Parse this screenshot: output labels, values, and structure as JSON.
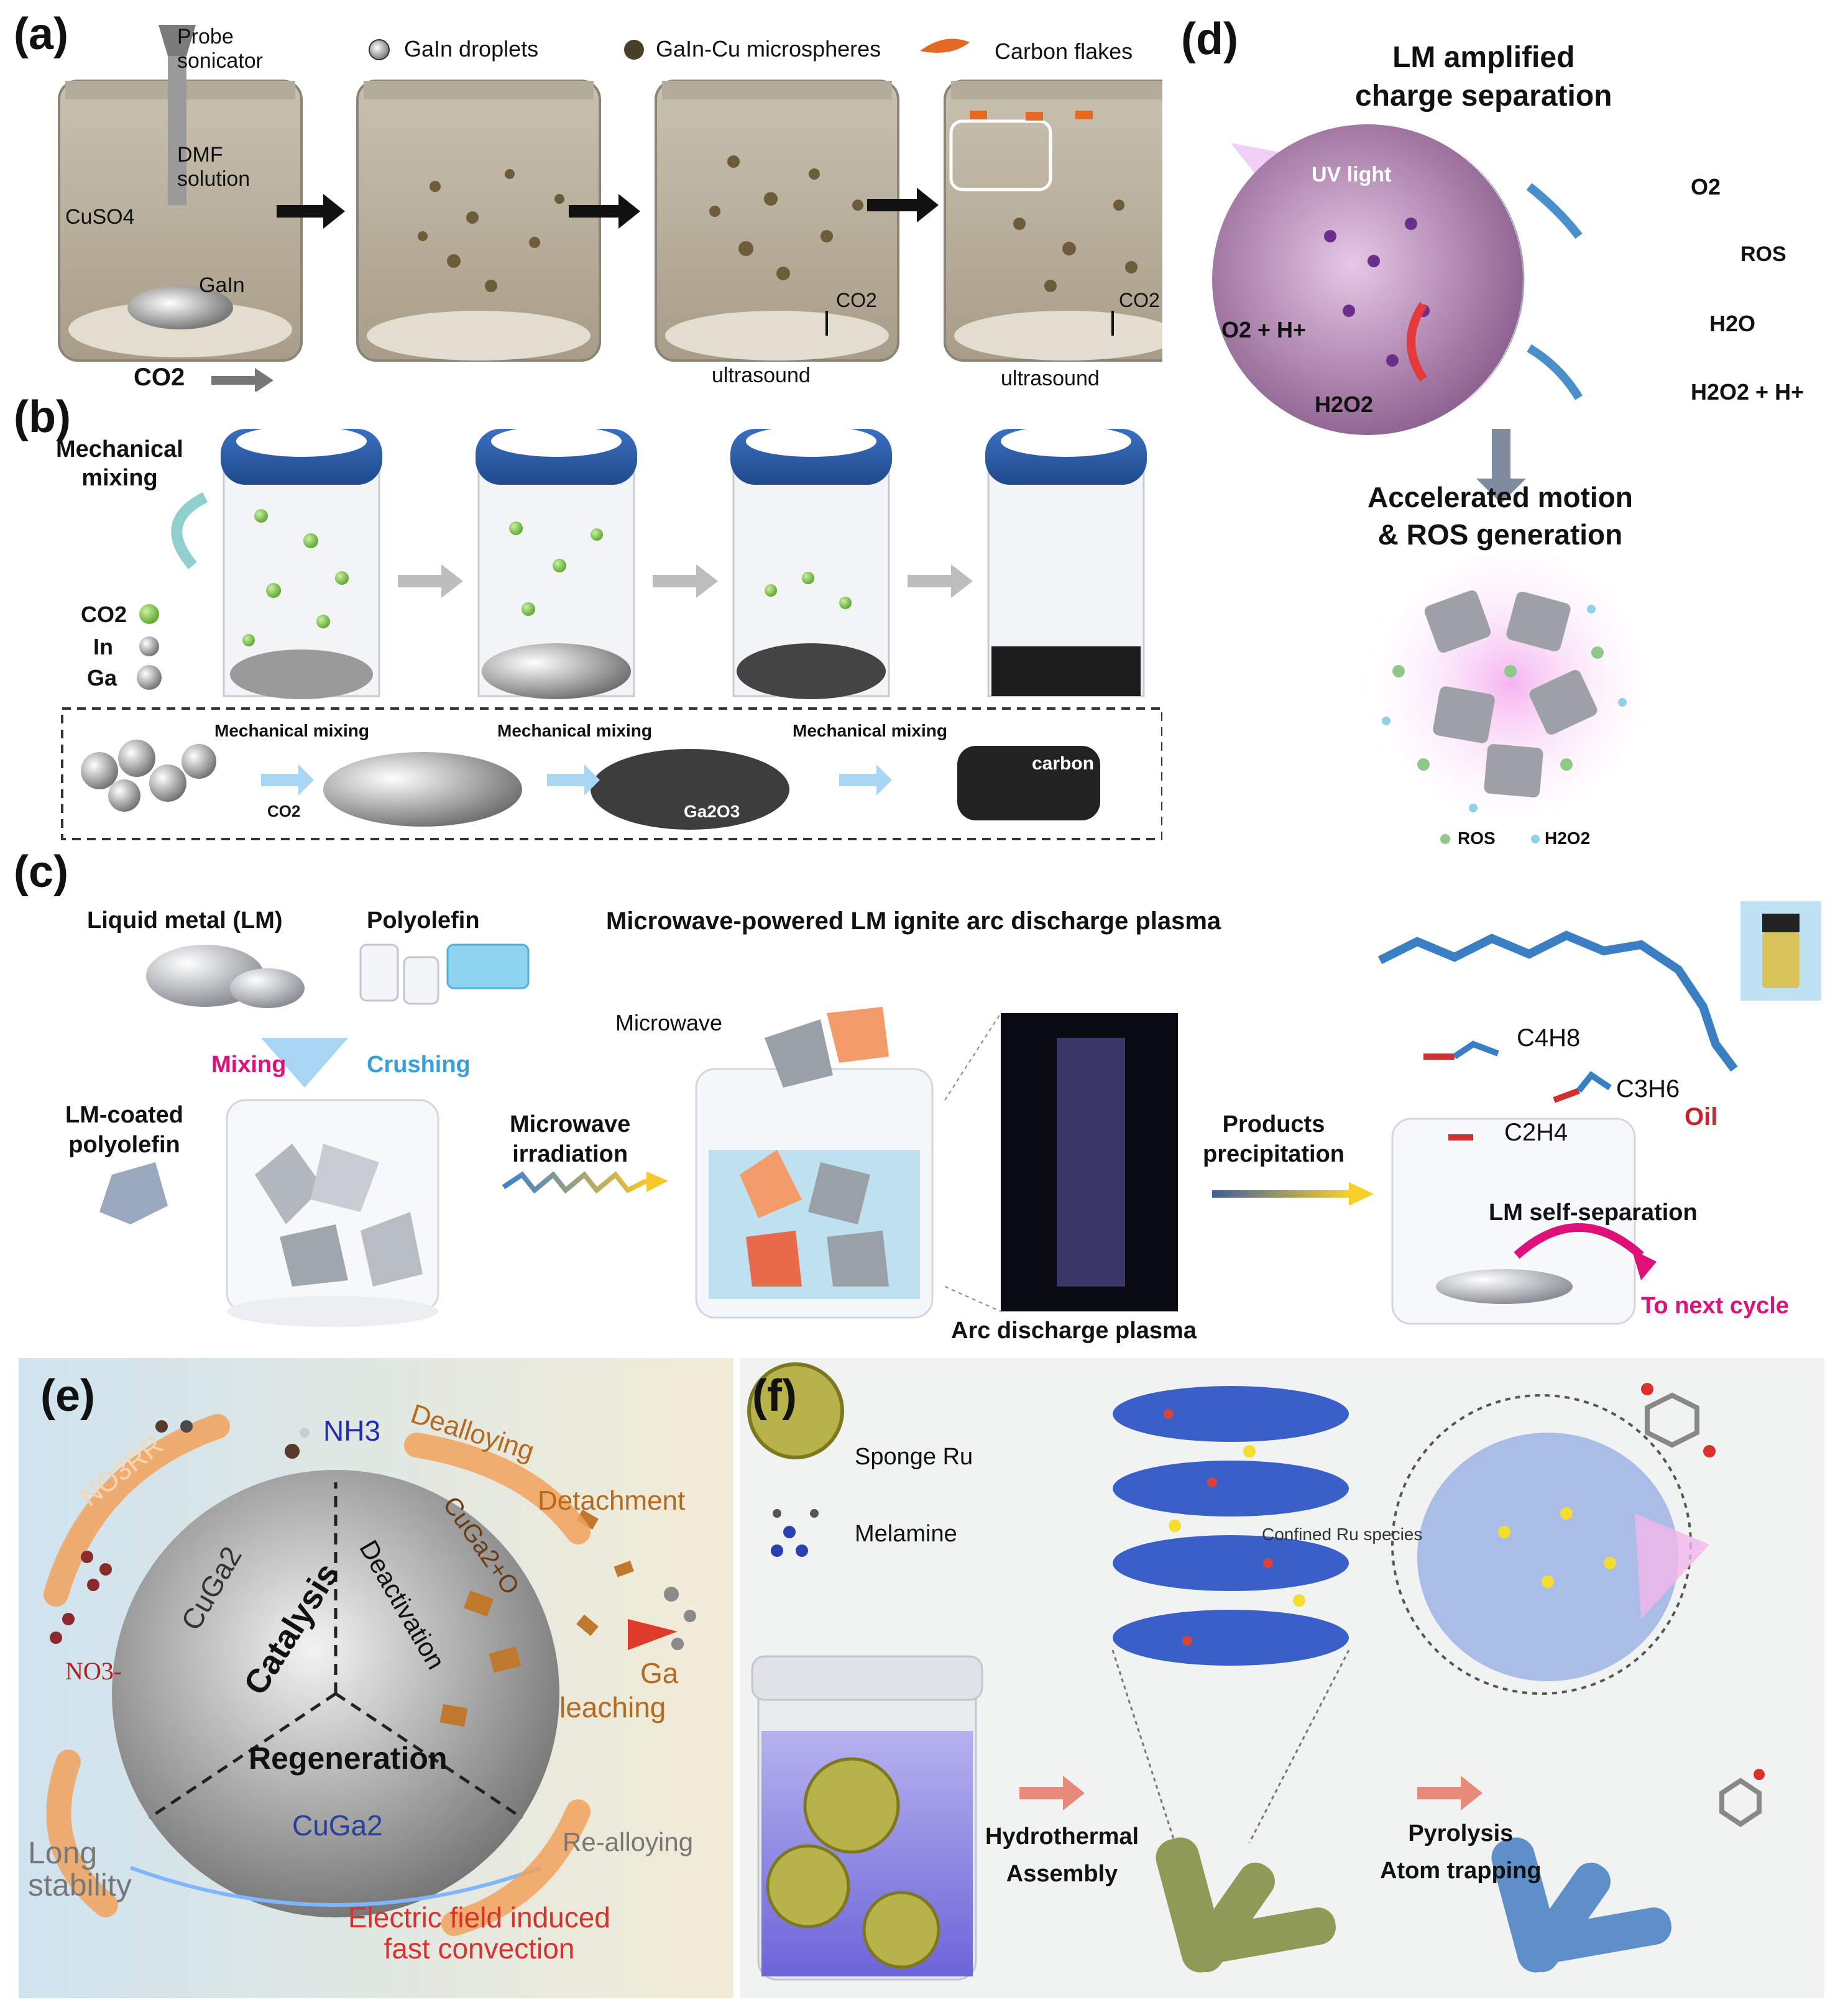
{
  "panel_a": {
    "label": "(a)",
    "probe": "Probe\nsonicator",
    "legend_droplets": "GaIn droplets",
    "legend_micro": "GaIn-Cu microspheres",
    "legend_carbon": "Carbon flakes",
    "dmf": "DMF\nsolution",
    "cuso4": "CuSO4",
    "gain": "GaIn",
    "co2_in": "CO2",
    "co2_a": "CO2",
    "co2_b": "CO2",
    "ultra_1": "ultrasound",
    "ultra_2": "ultrasound"
  },
  "panel_b": {
    "label": "(b)",
    "mech": "Mechanical\nmixing",
    "leg_co2": "CO2",
    "leg_in": "In",
    "leg_ga": "Ga",
    "mix1": "Mechanical mixing",
    "mix2": "Mechanical mixing",
    "mix3": "Mechanical mixing",
    "co2": "CO2",
    "ga2o3": "Ga2O3",
    "carbon": "carbon"
  },
  "panel_c": {
    "label": "(c)",
    "lm": "Liquid metal (LM)",
    "polyolefin": "Polyolefin",
    "mixing": "Mixing",
    "crushing": "Crushing",
    "lm_coated": "LM-coated\npolyolefin",
    "microwave_irr": "Microwave\nirradiation",
    "title": "Microwave-powered LM ignite arc discharge plasma",
    "microwave": "Microwave",
    "arc": "Arc discharge plasma",
    "products": "Products\nprecipitation",
    "c4h8": "C4H8",
    "c3h6": "C3H6",
    "c2h4": "C2H4",
    "oil": "Oil",
    "self_sep": "LM self-separation",
    "next": "To next cycle"
  },
  "panel_d": {
    "label": "(d)",
    "title": "LM amplified\ncharge separation",
    "uv": "UV light",
    "o2": "O2",
    "ros": "ROS",
    "h2o": "H2O",
    "o2h": "O2 + H+",
    "h2o2": "H2O2",
    "h2o2h": "H2O2 + H+",
    "accel": "Accelerated motion\n& ROS generation",
    "leg_ros": "ROS",
    "leg_h2o2": "H2O2"
  },
  "panel_e": {
    "label": "(e)",
    "no3rr": "NO3RR",
    "nh3": "NH3",
    "dealloying": "Dealloying",
    "detachment": "Detachment",
    "no3": "NO3-",
    "cuga2_top": "CuGa2",
    "catalysis": "Catalysis",
    "deactivation": "Deactivation",
    "cuga2o": "CuGa2+O",
    "ga": "Ga",
    "leaching": "leaching",
    "regeneration": "Regeneration",
    "cuga2_bottom": "CuGa2",
    "realloying": "Re-alloying",
    "long": "Long\nstability",
    "electric": "Electric field induced\nfast convection"
  },
  "panel_f": {
    "label": "(f)",
    "sponge": "Sponge Ru",
    "melamine": "Melamine",
    "confined": "Confined Ru species",
    "hydro": "Hydrothermal\nAssembly",
    "pyro": "Pyrolysis\nAtom trapping"
  },
  "colors": {
    "accent_orange": "#e8843a",
    "accent_red": "#d9312b",
    "accent_pink": "#e0107a",
    "accent_blue": "#3a9fd8",
    "oil_red": "#c4232f",
    "lm_silver": "#bfc3c9",
    "jar_blue": "#2f5fa8",
    "co2_green": "#7bc24a"
  }
}
